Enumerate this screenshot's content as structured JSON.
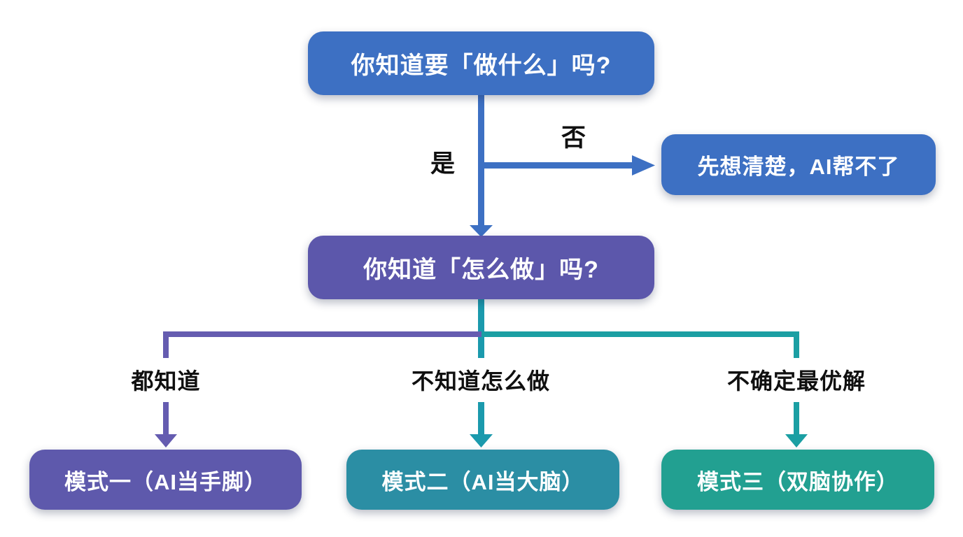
{
  "diagram": {
    "background": "#ffffff",
    "nodes": {
      "q_what": {
        "label": "你知道要「做什么」吗?",
        "color": "#3d70c3"
      },
      "no_result": {
        "label": "先想清楚，AI帮不了",
        "color": "#3d70c3"
      },
      "q_how": {
        "label": "你知道「怎么做」吗?",
        "color": "#5c57ab"
      },
      "mode1": {
        "label": "模式一（AI当手脚）",
        "color": "#5e59ac"
      },
      "mode2": {
        "label": "模式二（AI当大脑）",
        "color": "#2b8ea4"
      },
      "mode3": {
        "label": "模式三（双脑协作）",
        "color": "#22a091"
      }
    },
    "edges": {
      "yes": {
        "label": "是",
        "color": "#3d70c3"
      },
      "no": {
        "label": "否",
        "color": "#3d70c3"
      },
      "both_known": {
        "label": "都知道",
        "color": "#655cb0"
      },
      "dont_know_how": {
        "label": "不知道怎么做",
        "color": "#1b9aad"
      },
      "unsure_optimal": {
        "label": "不确定最优解",
        "color": "#1b9fa3"
      }
    }
  }
}
